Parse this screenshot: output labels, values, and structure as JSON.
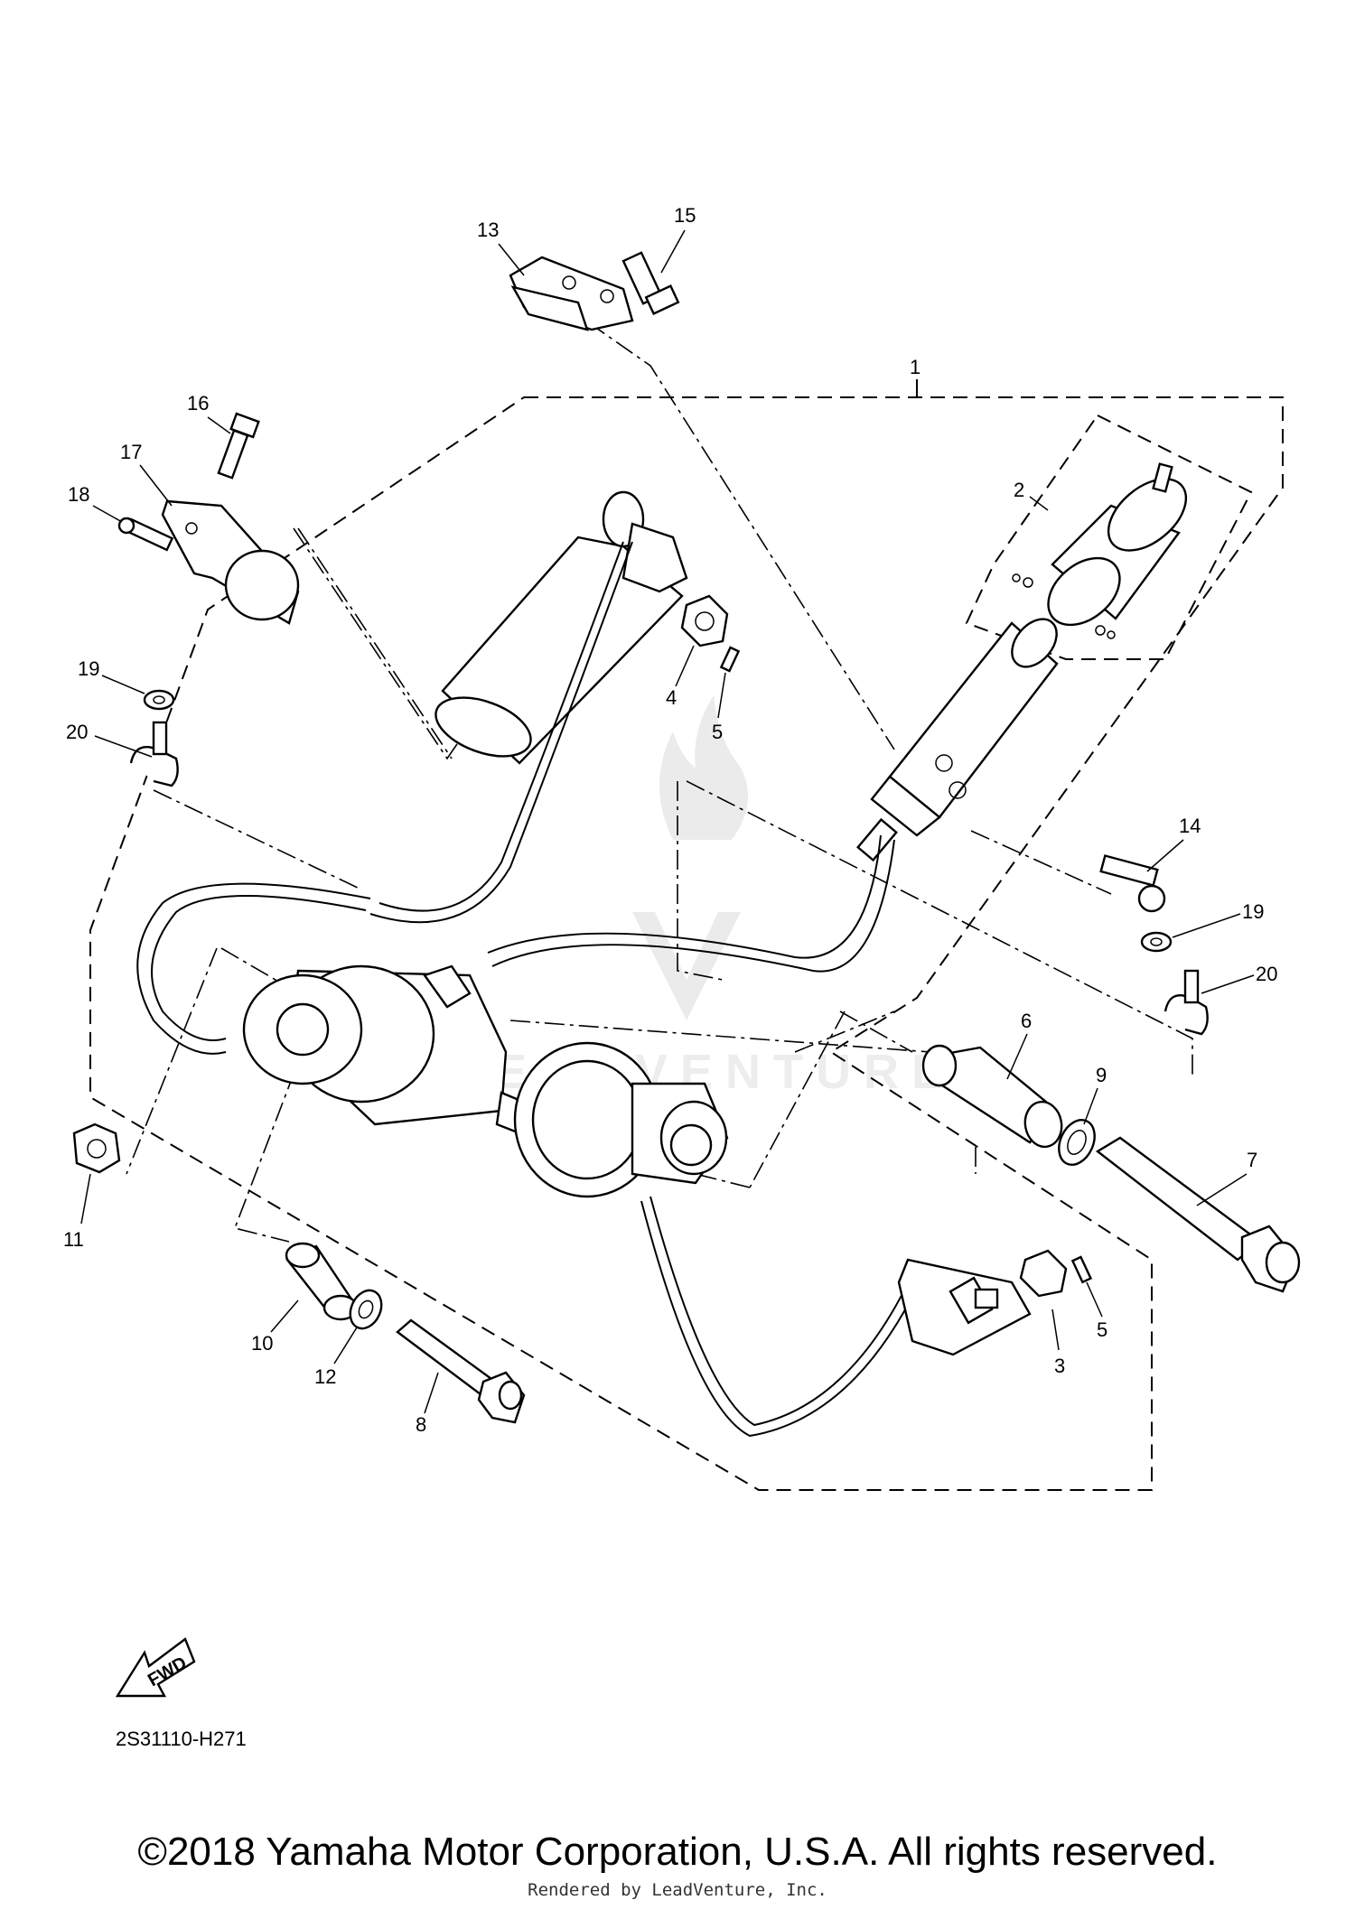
{
  "callouts": [
    {
      "id": "c1",
      "text": "1"
    },
    {
      "id": "c2",
      "text": "2"
    },
    {
      "id": "c3",
      "text": "3"
    },
    {
      "id": "c4",
      "text": "4"
    },
    {
      "id": "c5a",
      "text": "5"
    },
    {
      "id": "c5b",
      "text": "5"
    },
    {
      "id": "c6",
      "text": "6"
    },
    {
      "id": "c7",
      "text": "7"
    },
    {
      "id": "c8",
      "text": "8"
    },
    {
      "id": "c9",
      "text": "9"
    },
    {
      "id": "c10",
      "text": "10"
    },
    {
      "id": "c11",
      "text": "11"
    },
    {
      "id": "c12",
      "text": "12"
    },
    {
      "id": "c13",
      "text": "13"
    },
    {
      "id": "c14",
      "text": "14"
    },
    {
      "id": "c15",
      "text": "15"
    },
    {
      "id": "c16",
      "text": "16"
    },
    {
      "id": "c17",
      "text": "17"
    },
    {
      "id": "c18",
      "text": "18"
    },
    {
      "id": "c19a",
      "text": "19"
    },
    {
      "id": "c19b",
      "text": "19"
    },
    {
      "id": "c20a",
      "text": "20"
    },
    {
      "id": "c20b",
      "text": "20"
    }
  ],
  "fwd_label": "FWD",
  "diagram_code": "2S31110-H271",
  "watermark": "LEADVENTURE",
  "copyright": "©2018 Yamaha Motor Corporation, U.S.A. All rights reserved.",
  "rendered_by": "Rendered by LeadVenture, Inc."
}
